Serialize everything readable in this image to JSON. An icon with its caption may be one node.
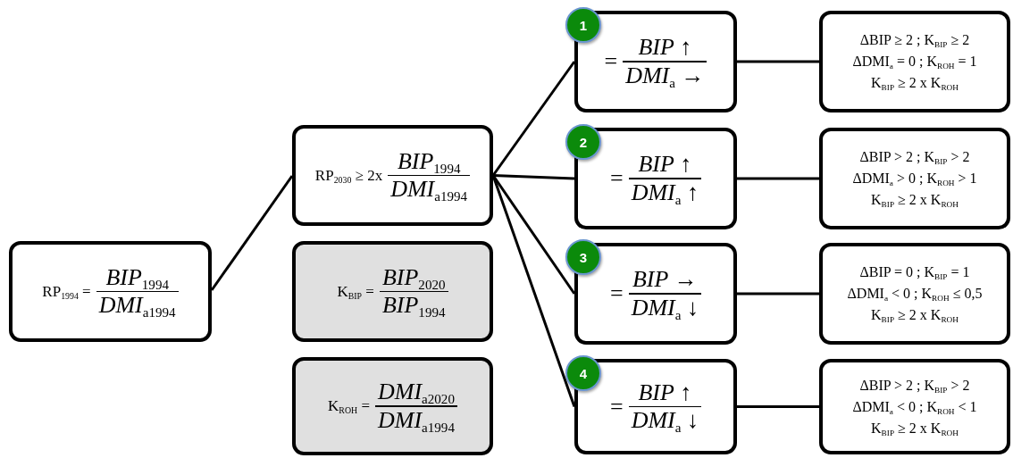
{
  "diagram": {
    "nodes": [
      {
        "text": [
          "RP$_{1994}$ =",
          "*BIP*$_{1994}$",
          "*DMI*$_{a1994}$"
        ]
      },
      {
        "text": [
          "RP$_{2030}$ ≥ 2x",
          "*BIP*$_{1994}$",
          "*DMI*$_{a1994}$"
        ]
      },
      {
        "text": [
          "K$_{BIP}$ =",
          "*BIP*$_{2020}$",
          "*BIP*$_{1994}$"
        ]
      },
      {
        "text": [
          "K$_{ROH}$ =",
          "*DMI*$_{a2020}$",
          "*DMI*$_{a1994}$"
        ]
      },
      {
        "text": [
          "1"
        ]
      },
      {
        "text": [
          "=",
          "*BIP* ↑",
          "*DMI*$_{a}$ →"
        ]
      },
      {
        "text": [
          "ΔBIP ≥ 2 ; K$_{BIP}$ ≥ 2",
          "ΔDMI$_{a}$ = 0 ; K$_{ROH}$ = 1",
          "K$_{BIP}$ ≥ 2 x K$_{ROH}$"
        ]
      },
      {
        "text": [
          "2"
        ]
      },
      {
        "text": [
          "=",
          "*BIP* ↑",
          "*DMI*$_{a}$ ↑"
        ]
      },
      {
        "text": [
          "ΔBIP > 2 ; K$_{BIP}$ > 2",
          "ΔDMI$_{a}$ > 0 ; K$_{ROH}$ > 1",
          "K$_{BIP}$ ≥ 2 x K$_{ROH}$"
        ]
      },
      {
        "text": [
          "3"
        ]
      },
      {
        "text": [
          "=",
          "*BIP* →",
          "*DMI*$_{a}$ ↓"
        ]
      },
      {
        "text": [
          "ΔBIP = 0 ; K$_{BIP}$ = 1",
          "ΔDMI$_{a}$ < 0 ; K$_{ROH}$ ≤ 0,5",
          "K$_{BIP}$ ≥ 2 x K$_{ROH}$"
        ]
      },
      {
        "text": [
          "4"
        ]
      },
      {
        "text": [
          "=",
          "*BIP* ↑",
          "*DMI*$_{a}$ ↓"
        ]
      },
      {
        "text": [
          "ΔBIP > 2 ; K$_{BIP}$ > 2",
          "ΔDMI$_{a}$ < 0 ; K$_{ROH}$ < 1",
          "K$_{BIP}$ ≥ 2 x K$_{ROH}$"
        ]
      }
    ],
    "edges": [
      {
        "from": 0,
        "to": 1,
        "arrow": "none"
      },
      {
        "from": 1,
        "to": 5,
        "arrow": "none"
      },
      {
        "from": 1,
        "to": 8,
        "arrow": "none"
      },
      {
        "from": 1,
        "to": 11,
        "arrow": "none"
      },
      {
        "from": 1,
        "to": 14,
        "arrow": "none"
      },
      {
        "from": 5,
        "to": 6,
        "arrow": "none"
      },
      {
        "from": 8,
        "to": 9,
        "arrow": "none"
      },
      {
        "from": 11,
        "to": 12,
        "arrow": "none"
      },
      {
        "from": 14,
        "to": 15,
        "arrow": "none"
      }
    ]
  }
}
